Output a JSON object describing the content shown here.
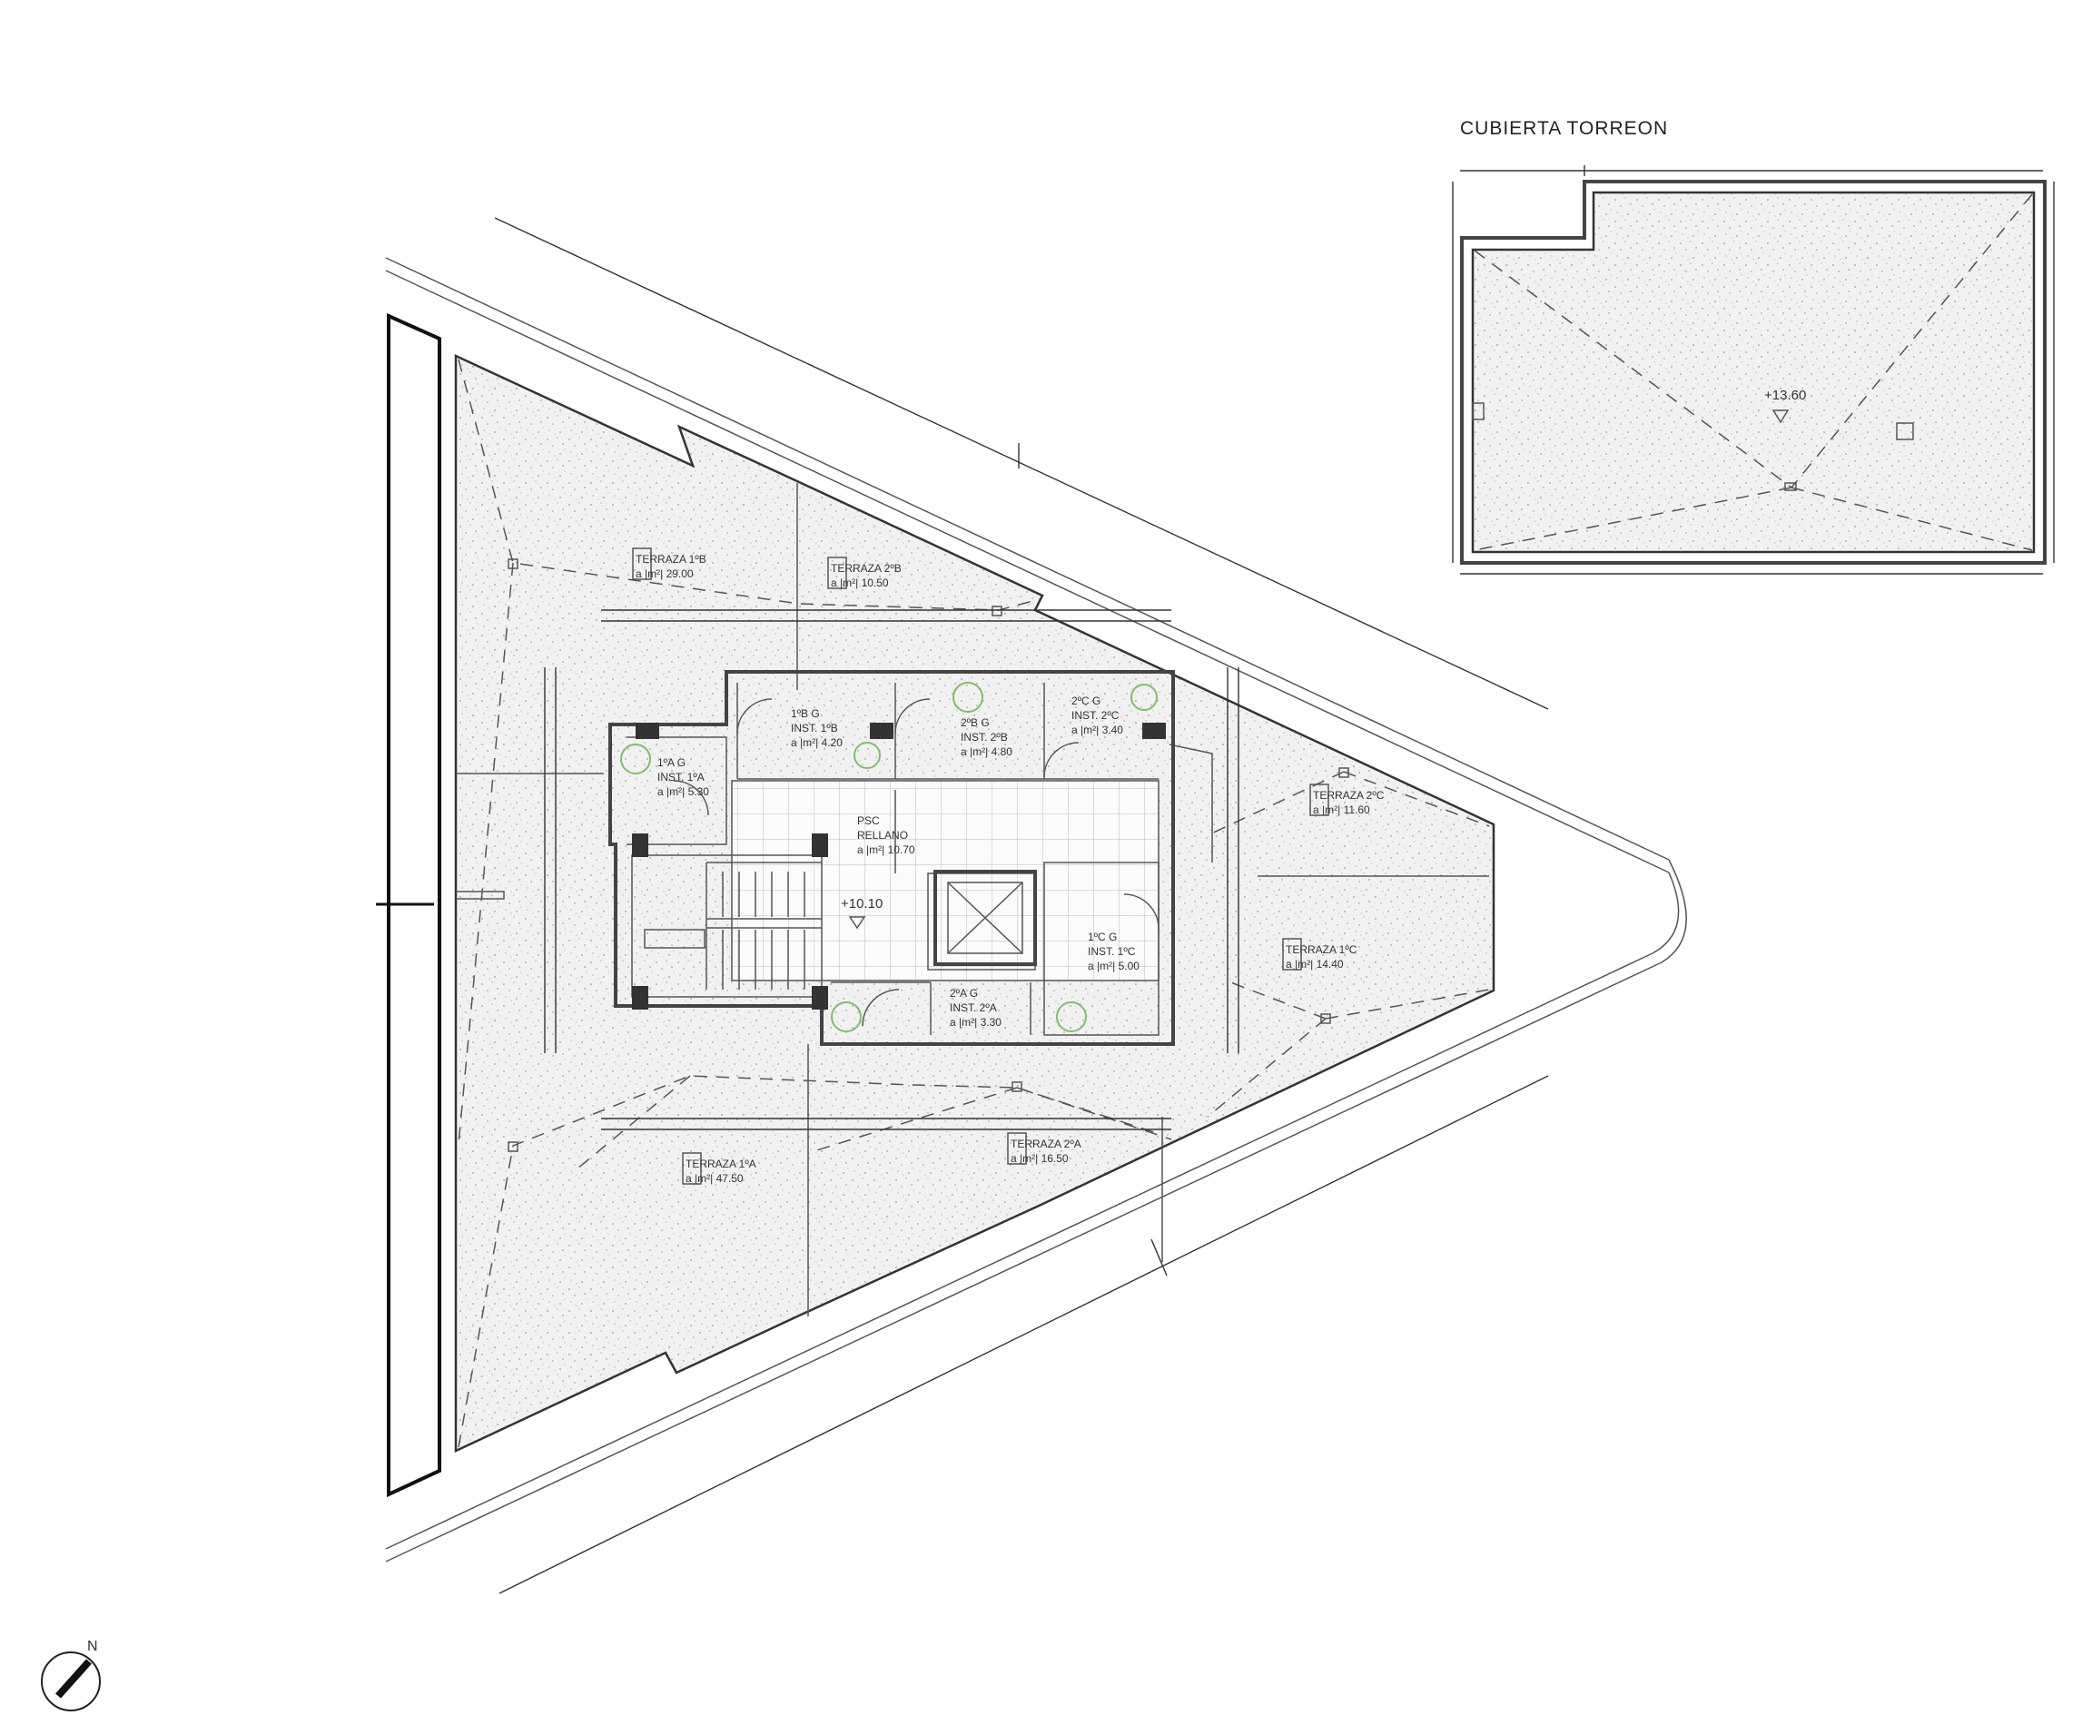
{
  "plan": {
    "title": "CUBIERTA TORREON",
    "north_label": "N",
    "spaces": [
      {
        "id": "terraza-1b",
        "name": "TERRAZA 1ºB",
        "area": "a |m²| 29.00"
      },
      {
        "id": "terraza-2b",
        "name": "TERRAZA 2ºB",
        "area": "a |m²| 10.50"
      },
      {
        "id": "terraza-2c",
        "name": "TERRAZA 2ºC",
        "area": "a |m²| 11.60"
      },
      {
        "id": "terraza-1c",
        "name": "TERRAZA 1ºC",
        "area": "a |m²| 14.40"
      },
      {
        "id": "terraza-1a",
        "name": "TERRAZA 1ºA",
        "area": "a |m²| 47.50"
      },
      {
        "id": "terraza-2a",
        "name": "TERRAZA 2ºA",
        "area": "a |m²| 16.50"
      },
      {
        "id": "inst-1a",
        "name": "1ºA G",
        "sub": "INST. 1ºA",
        "area": "a |m²| 5.30"
      },
      {
        "id": "inst-1b",
        "name": "1ºB G",
        "sub": "INST. 1ºB",
        "area": "a |m²| 4.20"
      },
      {
        "id": "inst-2b",
        "name": "2ºB G",
        "sub": "INST. 2ºB",
        "area": "a |m²| 4.80"
      },
      {
        "id": "inst-2c",
        "name": "2ºC G",
        "sub": "INST. 2ºC",
        "area": "a |m²| 3.40"
      },
      {
        "id": "inst-1c",
        "name": "1ºC G",
        "sub": "INST. 1ºC",
        "area": "a |m²| 5.00"
      },
      {
        "id": "inst-2a",
        "name": "2ºA G",
        "sub": "INST. 2ºA",
        "area": "a |m²| 3.30"
      },
      {
        "id": "rellano",
        "name": "PSC",
        "sub": "RELLANO",
        "area": "a |m²| 10.70"
      }
    ],
    "levels": {
      "landing": "+10.10",
      "roof": "+13.60"
    }
  }
}
